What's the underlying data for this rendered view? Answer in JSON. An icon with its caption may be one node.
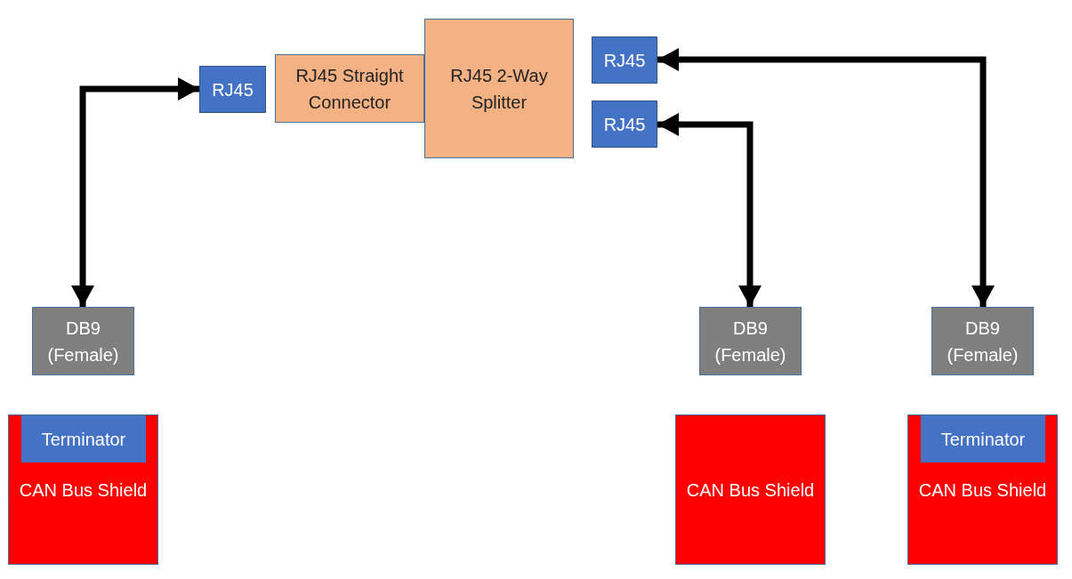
{
  "diagram": {
    "nodes": [
      {
        "text": [
          "RJ45"
        ]
      },
      {
        "text": [
          "RJ45 Straight Connector"
        ]
      },
      {
        "text": [
          "RJ45 2-Way Splitter"
        ]
      },
      {
        "text": [
          "RJ45"
        ]
      },
      {
        "text": [
          "RJ45"
        ]
      },
      {
        "text": [
          "DB9 (Female)"
        ]
      },
      {
        "text": [
          "DB9 (Female)"
        ]
      },
      {
        "text": [
          "DB9 (Female)"
        ]
      },
      {
        "text": [
          "CAN Bus Shield"
        ]
      },
      {
        "text": [
          "Terminator"
        ],
        "in": 8
      },
      {
        "text": [
          "CAN Bus Shield"
        ]
      },
      {
        "text": [
          "CAN Bus Shield"
        ]
      },
      {
        "text": [
          "Terminator"
        ],
        "in": 11
      }
    ],
    "edges": [
      {
        "from": 5,
        "to": 0,
        "arrow": "both"
      },
      {
        "from": 4,
        "to": 6,
        "arrow": "both"
      },
      {
        "from": 3,
        "to": 7,
        "arrow": "both"
      }
    ]
  }
}
